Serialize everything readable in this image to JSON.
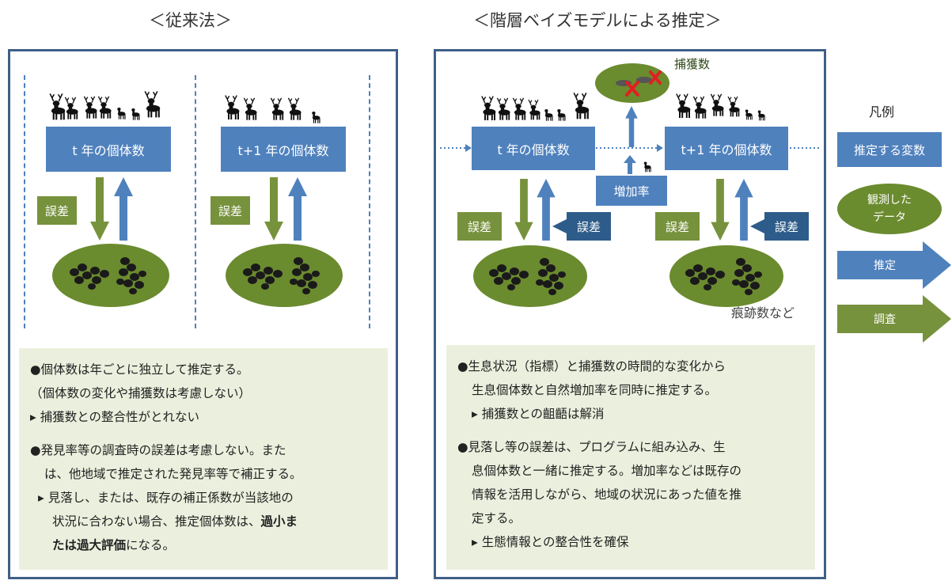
{
  "titles": {
    "left": "＜従来法＞",
    "right": "＜階層ベイズモデルによる推定＞"
  },
  "left_panel": {
    "box_t": "t 年の個体数",
    "box_t1": "t+1 年の個体数",
    "error_label": "誤差",
    "notes": {
      "line1": "●個体数は年ごとに独立して推定する。",
      "line2": "（個体数の変化や捕獲数は考慮しない）",
      "line3": "▸ 捕獲数との整合性がとれない",
      "line4": "●発見率等の調査時の誤差は考慮しない。また",
      "line5": "は、他地域で推定された発見率等で補正する。",
      "line6": "▸ 見落し、または、既存の補正係数が当該地の",
      "line7_pre": "状況に合わない場合、推定個体数は、",
      "line7_bold": "過小ま",
      "line8_bold": "たは過大評価",
      "line8_post": "になる。"
    }
  },
  "right_panel": {
    "box_t": "t 年の個体数",
    "box_t1": "t+1 年の個体数",
    "capture_label": "捕獲数",
    "growth_label": "増加率",
    "error_label": "誤差",
    "trace_label": "痕跡数など",
    "notes": {
      "line1": "●生息状況（指標）と捕獲数の時間的な変化から",
      "line2": "生息個体数と自然増加率を同時に推定する。",
      "line3": "▸ 捕獲数との齟齬は解消",
      "line4": "●見落し等の誤差は、プログラムに組み込み、生",
      "line5": "息個体数と一緒に推定する。増加率などは既存の",
      "line6": "情報を活用しながら、地域の状況にあった値を推",
      "line7": "定する。",
      "line8": "▸ 生態情報との整合性を確保"
    }
  },
  "legend": {
    "title": "凡例",
    "variable": "推定する変数",
    "observed_line1": "観測した",
    "observed_line2": "データ",
    "estimate": "推定",
    "survey": "調査"
  },
  "colors": {
    "blue": "#4f81bd",
    "dark_blue": "#2e5c8a",
    "green": "#77923c",
    "ellipse_green": "#6b8b2f",
    "note_bg": "#ebf0de",
    "panel_border": "#3e5f88"
  }
}
